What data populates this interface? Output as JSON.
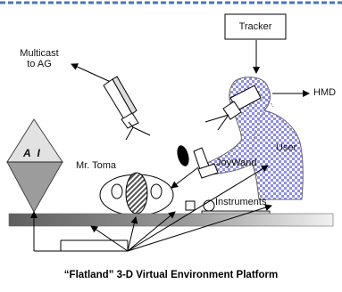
{
  "labels": {
    "multicast": "Multicast to AG",
    "tracker": "Tracker",
    "hmd": "HMD",
    "user": "User",
    "ai": "A I",
    "mr_toma": "Mr. Toma",
    "joywand": "JoyWand",
    "instruments": "Instruments"
  },
  "caption": "“Flatland” 3-D Virtual Environment Platform",
  "colors": {
    "border_dash": "#4a74b8",
    "ai_top": "#e2e2e2",
    "ai_bottom": "#9c9c9c",
    "table_dark": "#6b6b6b",
    "checker": "#8e8ee0"
  }
}
